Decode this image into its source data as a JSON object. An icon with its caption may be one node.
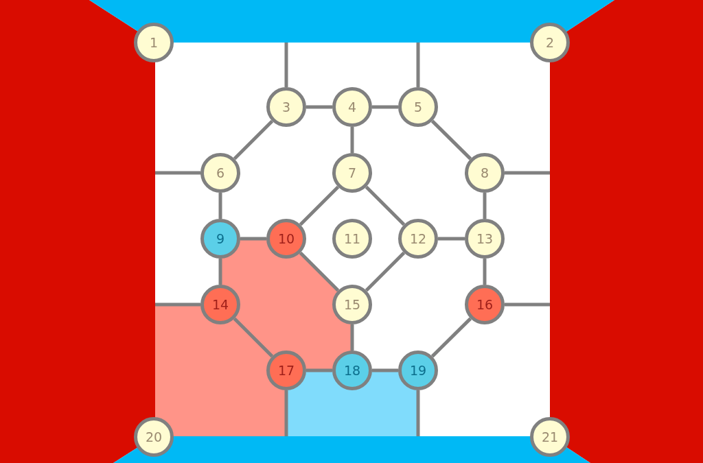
{
  "diagram": {
    "nodes": [
      {
        "text": [
          "1"
        ]
      },
      {
        "text": [
          "2"
        ]
      },
      {
        "text": [
          "3"
        ]
      },
      {
        "text": [
          "4"
        ]
      },
      {
        "text": [
          "5"
        ]
      },
      {
        "text": [
          "6"
        ]
      },
      {
        "text": [
          "7"
        ]
      },
      {
        "text": [
          "8"
        ]
      },
      {
        "text": [
          "9"
        ]
      },
      {
        "text": [
          "10"
        ]
      },
      {
        "text": [
          "11"
        ]
      },
      {
        "text": [
          "12"
        ]
      },
      {
        "text": [
          "13"
        ]
      },
      {
        "text": [
          "14"
        ]
      },
      {
        "text": [
          "15"
        ]
      },
      {
        "text": [
          "16"
        ]
      },
      {
        "text": [
          "17"
        ]
      },
      {
        "text": [
          "18"
        ]
      },
      {
        "text": [
          "19"
        ]
      },
      {
        "text": [
          "20"
        ]
      },
      {
        "text": [
          "21"
        ]
      }
    ],
    "edges": [
      {
        "from": 2,
        "to": 3,
        "arrow": "none"
      },
      {
        "from": 3,
        "to": 4,
        "arrow": "none"
      },
      {
        "from": 2,
        "to": 5,
        "arrow": "none"
      },
      {
        "from": 4,
        "to": 7,
        "arrow": "none"
      },
      {
        "from": 3,
        "to": 6,
        "arrow": "none"
      },
      {
        "from": 5,
        "to": 8,
        "arrow": "none"
      },
      {
        "from": 6,
        "to": 9,
        "arrow": "none"
      },
      {
        "from": 6,
        "to": 11,
        "arrow": "none"
      },
      {
        "from": 8,
        "to": 9,
        "arrow": "none"
      },
      {
        "from": 7,
        "to": 12,
        "arrow": "none"
      },
      {
        "from": 11,
        "to": 12,
        "arrow": "none"
      },
      {
        "from": 8,
        "to": 13,
        "arrow": "none"
      },
      {
        "from": 9,
        "to": 14,
        "arrow": "none"
      },
      {
        "from": 11,
        "to": 14,
        "arrow": "none"
      },
      {
        "from": 12,
        "to": 15,
        "arrow": "none"
      },
      {
        "from": 13,
        "to": 16,
        "arrow": "none"
      },
      {
        "from": 14,
        "to": 17,
        "arrow": "none"
      },
      {
        "from": 15,
        "to": 18,
        "arrow": "none"
      },
      {
        "from": 16,
        "to": 17,
        "arrow": "none"
      },
      {
        "from": 17,
        "to": 18,
        "arrow": "none"
      },
      {
        "from": 2,
        "to": null,
        "arrow": "none"
      },
      {
        "from": 4,
        "to": null,
        "arrow": "none"
      },
      {
        "from": 5,
        "to": null,
        "arrow": "none"
      },
      {
        "from": 7,
        "to": null,
        "arrow": "none"
      },
      {
        "from": 13,
        "to": null,
        "arrow": "none"
      },
      {
        "from": 15,
        "to": null,
        "arrow": "none"
      },
      {
        "from": 16,
        "to": null,
        "arrow": "none"
      },
      {
        "from": 18,
        "to": null,
        "arrow": "none"
      }
    ]
  }
}
